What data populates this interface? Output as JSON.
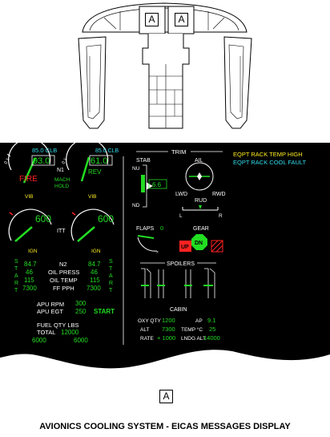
{
  "ref_label": "A",
  "caption": "AVIONICS COOLING SYSTEM - EICAS MESSAGES DISPLAY",
  "colors": {
    "green": "#22dd22",
    "cyan": "#33ddee",
    "yellow": "#ffee22",
    "red": "#ff2222",
    "white": "#ffffff",
    "background": "#000000"
  },
  "eicas": {
    "left": {
      "n1_left_top": "85.0 CLB",
      "n1_left_value": "93.0",
      "fire_label": "FIRE",
      "n1_label": "N1",
      "mach_label": "MACH",
      "hold_label": "HOLD",
      "n1_right_top": "85.0 CLB",
      "n1_right_value": "61.0",
      "rev_label": "REV",
      "vib_left": "VIB",
      "vib_right": "VIB",
      "itt_left_value": "600",
      "itt_label": "ITT",
      "itt_right_value": "600",
      "ign_left": "IGN",
      "ign_right": "IGN",
      "start_letters": [
        "S",
        "T",
        "A",
        "R",
        "T"
      ],
      "n2_label": "N2",
      "n2_left": "84.7",
      "n2_right": "84.7",
      "oil_press_label": "OIL PRESS",
      "oil_press_left": "46",
      "oil_press_right": "46",
      "oil_temp_label": "OIL TEMP",
      "oil_temp_left": "115",
      "oil_temp_right": "115",
      "ff_label": "FF PPH",
      "ff_left": "7300",
      "ff_right": "7300",
      "apu_rpm_label": "APU RPM",
      "apu_rpm_value": "300",
      "apu_egt_label": "APU EGT",
      "apu_egt_value": "250",
      "apu_start": "START",
      "fuel_label": "FUEL QTY LBS",
      "fuel_total_label": "TOTAL",
      "fuel_total": "12000",
      "fuel_left": "6000",
      "fuel_right": "6000"
    },
    "right": {
      "trim_label": "TRIM",
      "stab_label": "STAB",
      "stab_nu": "NU",
      "stab_nd": "ND",
      "stab_value": "6.6",
      "ail_label": "AIL",
      "lwd_label": "LWD",
      "rwd_label": "RWD",
      "rud_label": "RUD",
      "rud_l": "L",
      "rud_r": "R",
      "flaps_label": "FLAPS",
      "flaps_value": "0",
      "gear_label": "GEAR",
      "gear_up": "UP",
      "gear_dn": "DN",
      "spoilers_label": "SPOILERS",
      "cabin_label": "CABIN",
      "oxy_label": "OXY QTY",
      "oxy_value": "1200",
      "alt_label": "ALT",
      "alt_value": "7300",
      "rate_label": "RATE",
      "rate_value": "+ 1000",
      "ap_label": "AP",
      "ap_value": "9.1",
      "temp_label": "TEMP  °C",
      "temp_value": "25",
      "lndg_label": "LNDG  ALT",
      "lndg_value": "14000"
    },
    "messages": [
      {
        "text": "EQPT RACK TEMP HIGH",
        "color": "#ffee22"
      },
      {
        "text": "EQPT RACK COOL FAULT",
        "color": "#33ddee"
      }
    ]
  }
}
